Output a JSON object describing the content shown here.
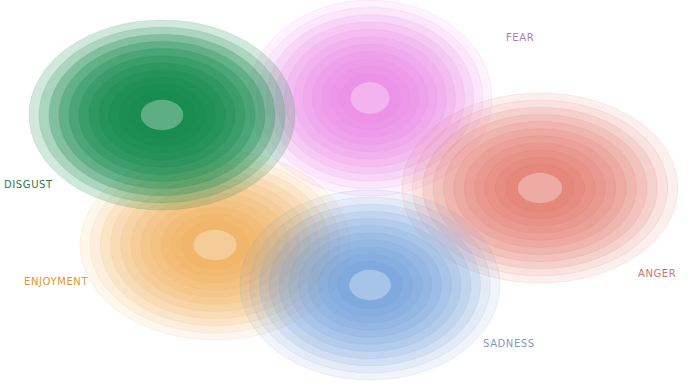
{
  "diagram": {
    "nodes": [
      {
        "text": [
          "DISGUST"
        ]
      },
      {
        "text": [
          "FEAR"
        ]
      },
      {
        "text": [
          "ANGER"
        ]
      },
      {
        "text": [
          "ENJOYMENT"
        ]
      },
      {
        "text": [
          "SADNESS"
        ]
      }
    ]
  }
}
